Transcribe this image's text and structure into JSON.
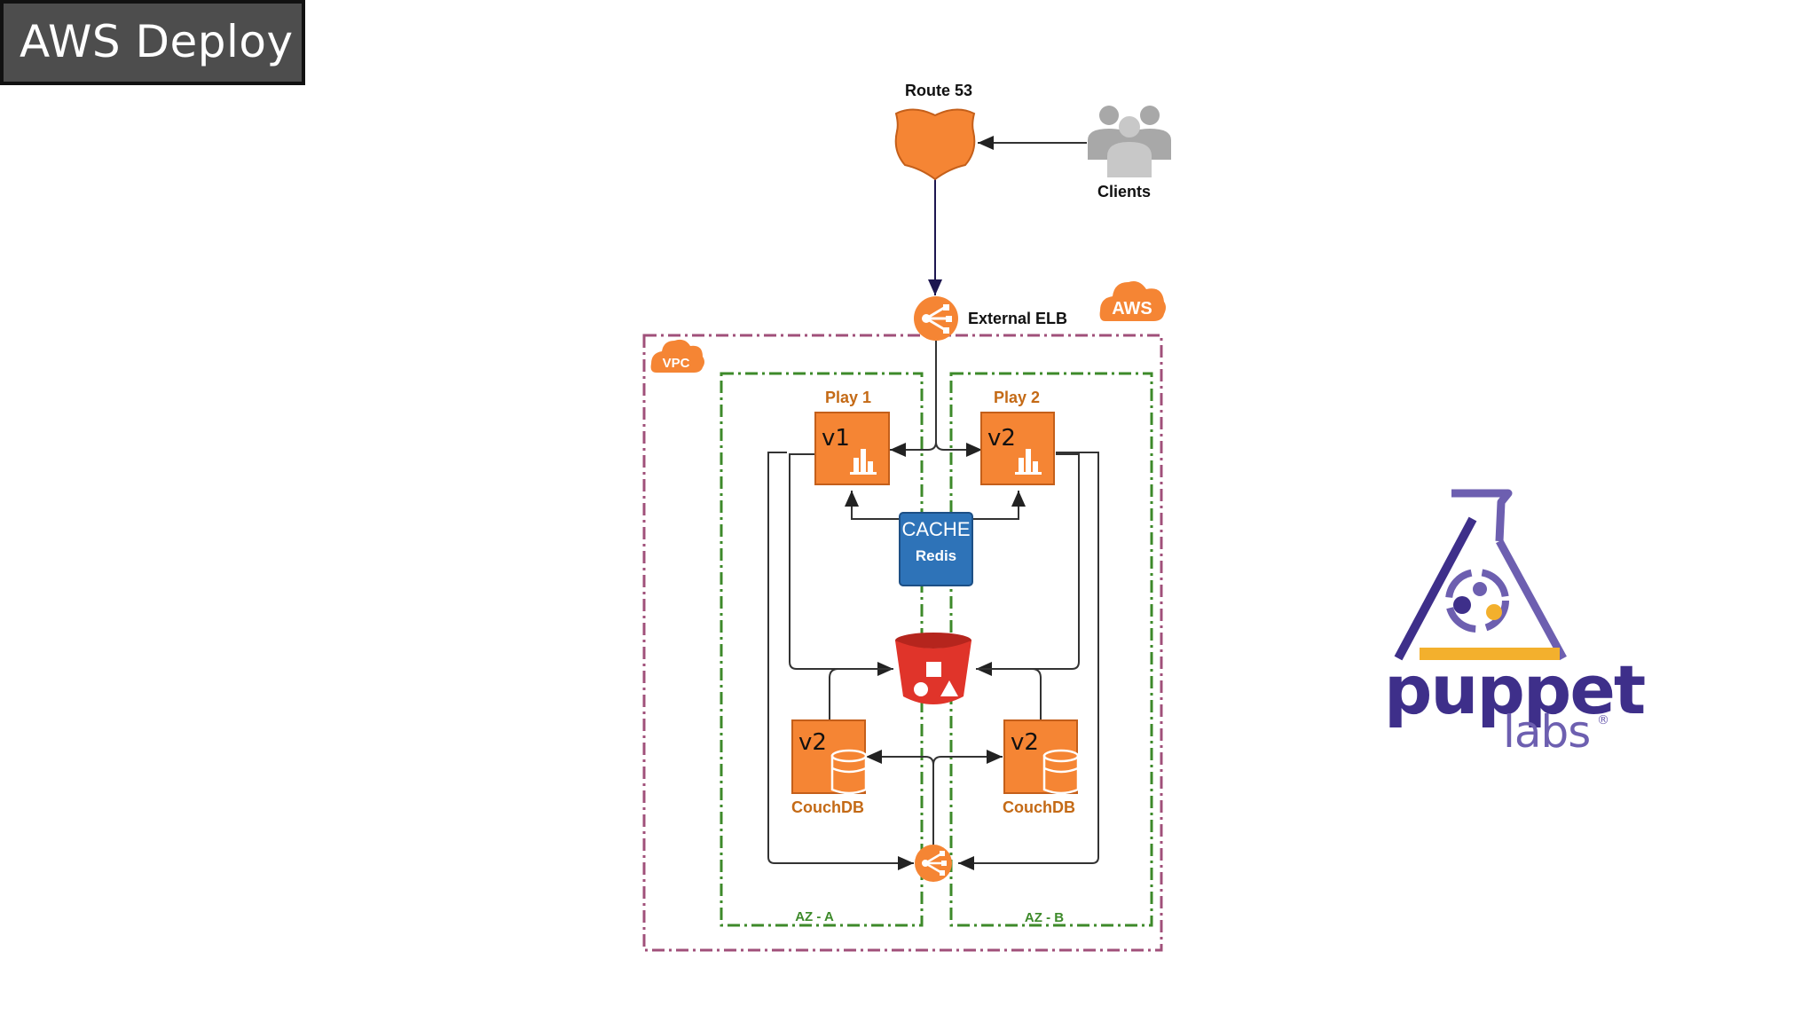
{
  "slide": {
    "title": "AWS Deploy"
  },
  "diagram": {
    "route53": "Route 53",
    "clients": "Clients",
    "external_elb": "External ELB",
    "aws_badge": "AWS",
    "vpc_badge": "VPC",
    "az_a": "AZ - A",
    "az_b": "AZ - B",
    "play1": {
      "label": "Play 1",
      "version": "v1"
    },
    "play2": {
      "label": "Play 2",
      "version": "v2"
    },
    "cache": {
      "title": "CACHE",
      "subtitle": "Redis"
    },
    "couch_a": {
      "version": "v2",
      "label": "CouchDB"
    },
    "couch_b": {
      "version": "v2",
      "label": "CouchDB"
    }
  },
  "logo": {
    "word": "puppet",
    "sub": "labs",
    "reg": "®"
  },
  "colors": {
    "aws_orange": "#f58534",
    "cache_blue": "#2e73b8",
    "bucket_red": "#e0342a",
    "vpc_border": "#a0507a",
    "az_border": "#3d8a2a",
    "puppet_purple": "#3e2f8a",
    "puppet_gold": "#f3b02d"
  }
}
